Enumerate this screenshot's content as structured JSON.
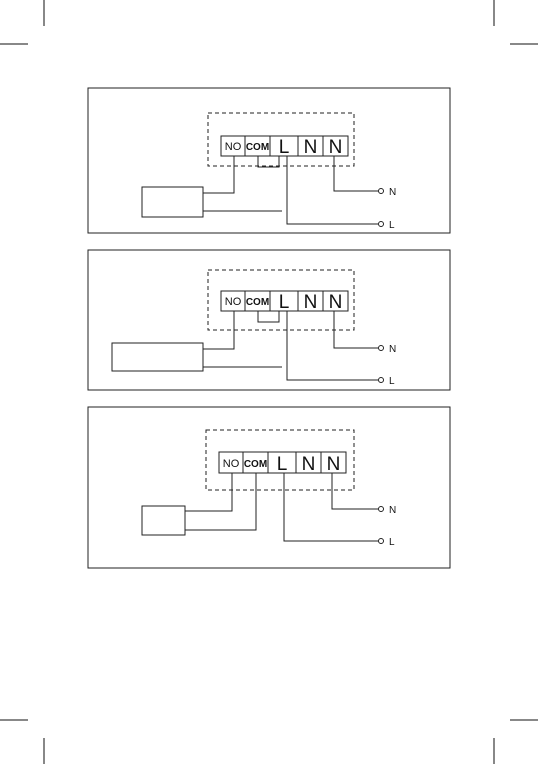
{
  "terminals": {
    "no": "NO",
    "com": "COM",
    "l": "L",
    "n1": "N",
    "n2": "N"
  },
  "outputs": {
    "n": "N",
    "l": "L"
  },
  "diagrams": [
    {
      "id": "wiring-1",
      "com_linked_to_l": true,
      "load_wiring": "no-and-neutral"
    },
    {
      "id": "wiring-2",
      "com_linked_to_l": true,
      "load_wiring": "no-and-neutral"
    },
    {
      "id": "wiring-3",
      "com_linked_to_l": false,
      "load_wiring": "no-and-com"
    }
  ]
}
